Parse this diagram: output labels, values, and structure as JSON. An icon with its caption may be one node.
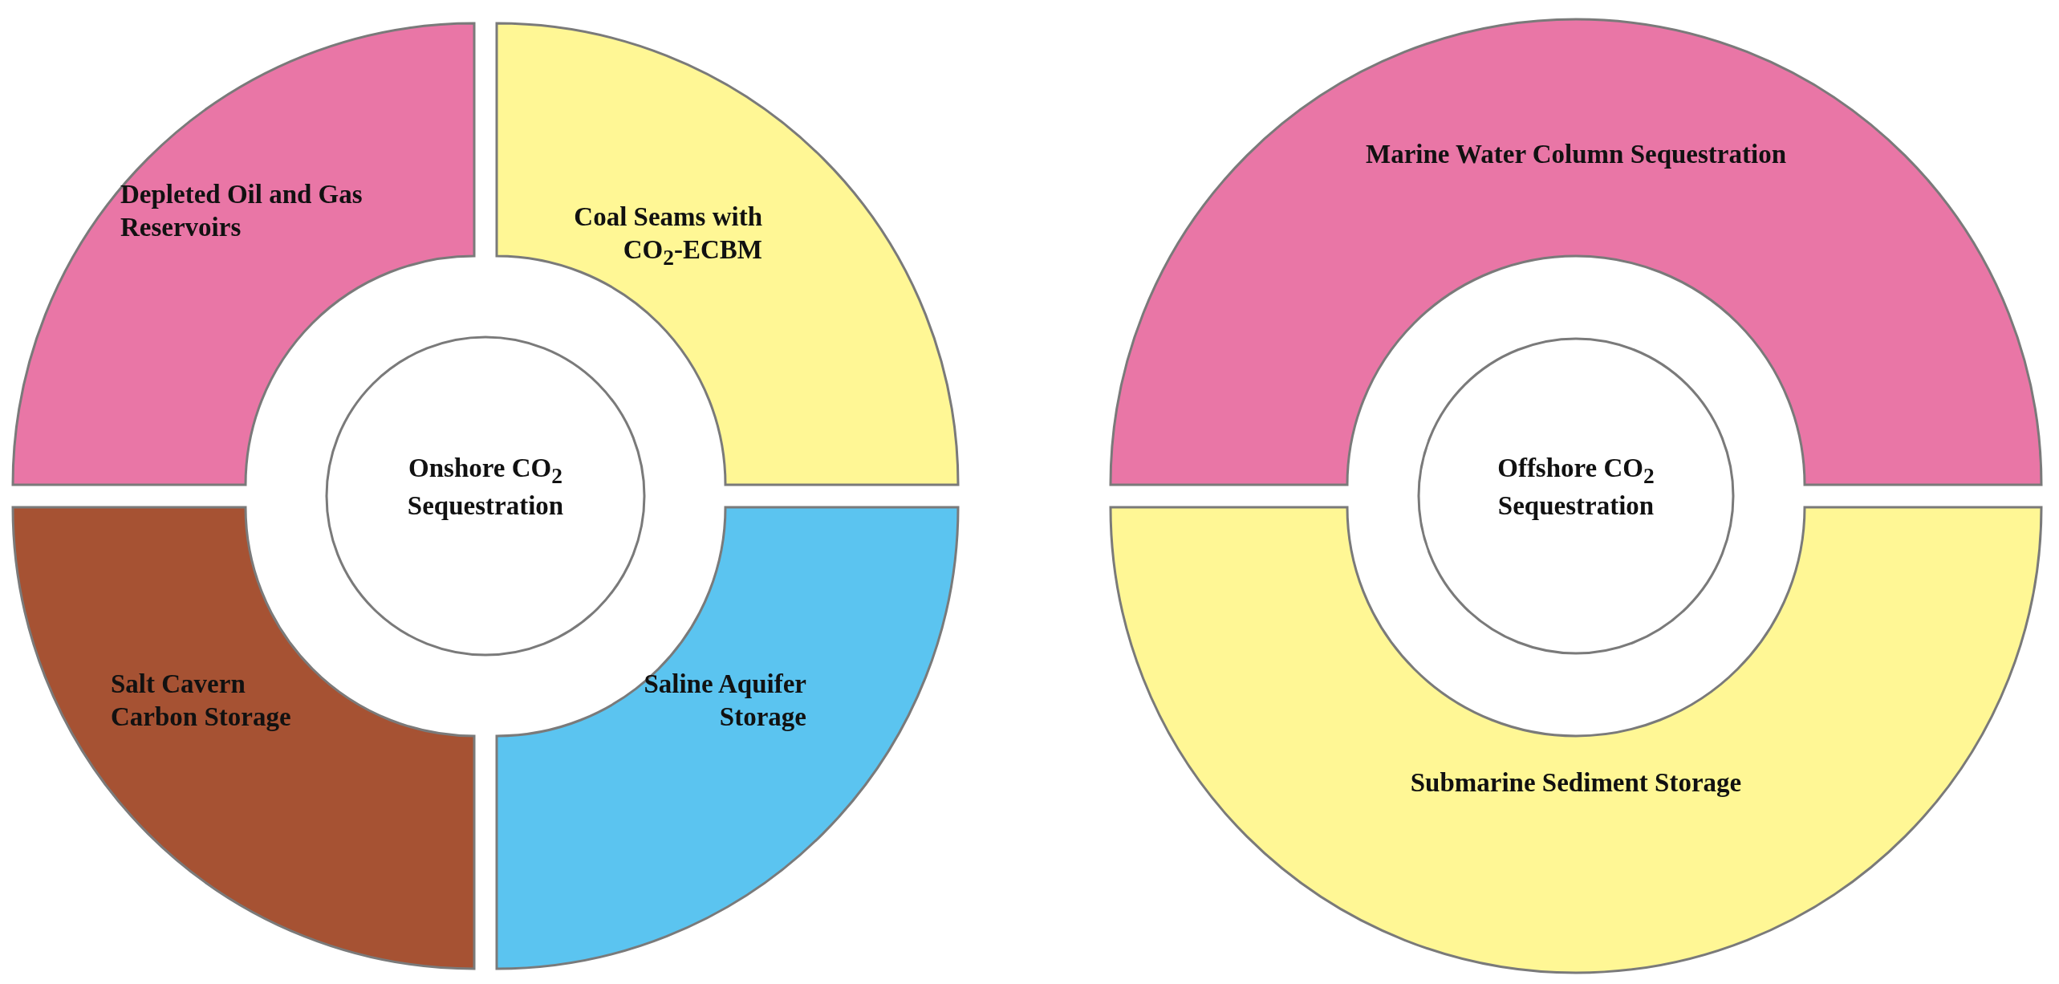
{
  "diagram": {
    "nodes": [
      {
        "text": [
          "Onshore CO$_{2}$ Sequestration"
        ]
      },
      {
        "text": [
          "Depleted Oil and Gas Reservoirs"
        ]
      },
      {
        "text": [
          "Coal Seams with CO$_{2}$-ECBM"
        ]
      },
      {
        "text": [
          "Salt Cavern Carbon Storage"
        ]
      },
      {
        "text": [
          "Saline Aquifer Storage"
        ]
      },
      {
        "text": [
          "Offshore CO$_{2}$ Sequestration"
        ]
      },
      {
        "text": [
          "Marine Water Column Sequestration"
        ]
      },
      {
        "text": [
          "Submarine Sediment Storage"
        ]
      }
    ]
  }
}
